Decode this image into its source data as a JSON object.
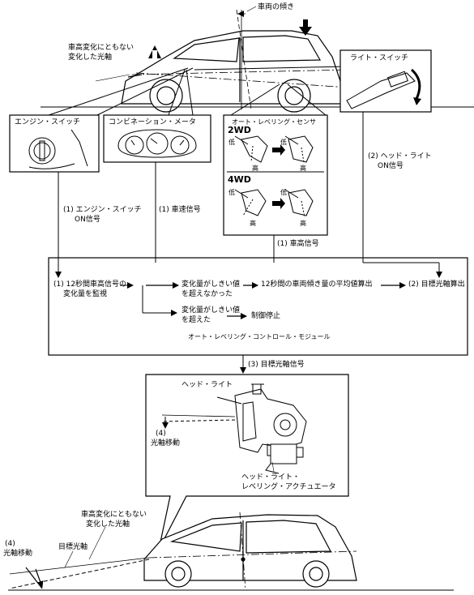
{
  "top": {
    "vehicle_tilt": "車両の傾き",
    "beam_note_line1": "車高変化にともない",
    "beam_note_line2": "変化した光軸",
    "light_switch": "ライト・スイッチ"
  },
  "inputs": {
    "engine_switch": "エンジン・スイッチ",
    "combination_meter": "コンビネーション・メータ",
    "sensor_title": "オート・レベリング・センサ",
    "drive_2wd": "2WD",
    "drive_4wd": "4WD",
    "low": "低",
    "high": "高"
  },
  "signals": {
    "engine_on_line1": "(1) エンジン・スイッチ",
    "engine_on_line2": "ON信号",
    "vehicle_speed": "(1) 車速信号",
    "headlight_on_line1": "(2) ヘッド・ライト",
    "headlight_on_line2": "ON信号",
    "height_signal": "(1) 車高信号"
  },
  "module": {
    "monitor_line1": "(1) 12秒間車高信号の",
    "monitor_line2": "変化量を監視",
    "not_exceeded_line1": "変化量がしきい値",
    "not_exceeded_line2": "を超えなかった",
    "average_calc": "12秒間の車両傾き量の平均値算出",
    "target_calc": "(2) 目標光軸算出",
    "exceeded_line1": "変化量がしきい値",
    "exceeded_line2": "を超えた",
    "control_stop": "制御停止",
    "module_name": "オート・レベリング・コントロール・モジュール"
  },
  "output": {
    "target_signal": "(3) 目標光軸信号",
    "headlight": "ヘッド・ライト",
    "axis_move_num": "(4)",
    "axis_move": "光軸移動",
    "actuator_line1": "ヘッド・ライト・",
    "actuator_line2": "レベリング・アクチュエータ"
  },
  "bottom": {
    "beam_note_line1": "車高変化にともない",
    "beam_note_line2": "変化した光軸",
    "axis_move_num": "(4)",
    "axis_move": "光軸移動",
    "target_axis": "目標光軸"
  }
}
